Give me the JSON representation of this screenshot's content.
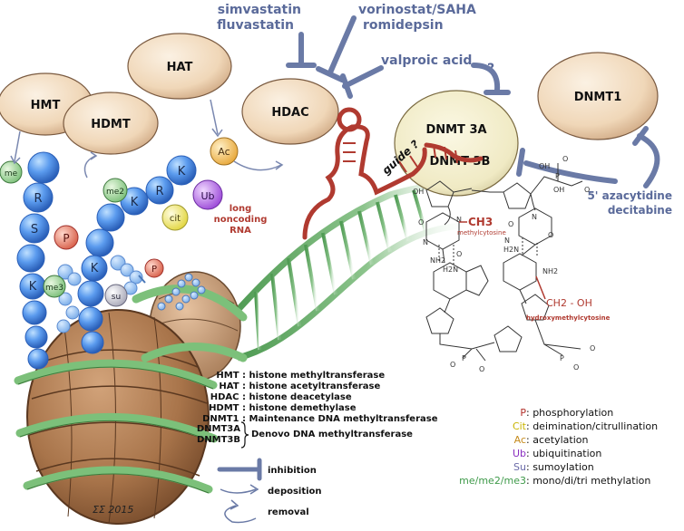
{
  "enzymes": {
    "hmt": "HMT",
    "hdmt": "HDMT",
    "hat": "HAT",
    "hdac": "HDAC",
    "dnmt3a": "DNMT 3A",
    "dnmt3b": "DNMT 3B",
    "dnmt1": "DNMT1"
  },
  "drugs": {
    "statins": [
      "simvastatin",
      "fluvastatin"
    ],
    "hdac_inhibitors": [
      "vorinostat/SAHA",
      "romidepsin"
    ],
    "valproic": "valproic acid",
    "question": "?",
    "hypomethylating": [
      "5' azacytidine",
      "decitabine"
    ]
  },
  "rna": {
    "guide": "guide ?",
    "lncrna": [
      "long",
      "noncoding",
      "RNA"
    ]
  },
  "chemistry": {
    "ch3": "CH3",
    "methylcytosine": "methylcytosine",
    "ch2oh": "CH2 - OH",
    "hydroxymethylcytosine": "hydroxymethylcytosine",
    "oh": "OH",
    "nh2": "NH2",
    "h2n": "H2N",
    "o": "O",
    "n": "N",
    "p": "P"
  },
  "beads": {
    "left_chain": [
      "me",
      "R",
      "S",
      "P",
      "K",
      "me3"
    ],
    "right_chain": [
      "me2",
      "K",
      "R",
      "K",
      "cit",
      "Ub",
      "Ac",
      "K",
      "su",
      "P"
    ]
  },
  "abbreviations": [
    {
      "abbr": "HMT :",
      "desc": "histone methyltransferase"
    },
    {
      "abbr": "HAT :",
      "desc": "histone acetyltransferase"
    },
    {
      "abbr": "HDAC :",
      "desc": "histone deacetylase"
    },
    {
      "abbr": "HDMT :",
      "desc": "histone demethylase"
    },
    {
      "abbr": "DNMT1 :",
      "desc": "Maintenance DNA methyltransferase"
    }
  ],
  "denovo": {
    "abbr1": "DNMT3A",
    "abbr2": "DNMT3B",
    "desc": "Denovo DNA methyltransferase"
  },
  "arrow_legend": {
    "inhibition": "inhibition",
    "deposition": "deposition",
    "removal": "removal"
  },
  "mod_legend": [
    {
      "abbr": "P",
      "desc": ": phosphorylation",
      "color": "#b2302a"
    },
    {
      "abbr": "Cit",
      "desc": ": deimination/citrullination",
      "color": "#c9b400"
    },
    {
      "abbr": "Ac",
      "desc": ": acetylation",
      "color": "#c58a1c"
    },
    {
      "abbr": "Ub",
      "desc": ": ubiquitination",
      "color": "#8a2fc0"
    },
    {
      "abbr": "Su",
      "desc": ": sumoylation",
      "color": "#6a6aa8"
    },
    {
      "abbr": "me/me2/me3",
      "desc": ": mono/di/tri methylation",
      "color": "#3f9a4a"
    }
  ],
  "signature": "ƩƩ 2015",
  "colors": {
    "drug_blue": "#5a6a9a",
    "rna_red": "#b03a30",
    "dna_green": "#5aa05a",
    "bead_blue": "#3f7fd8",
    "nucleosome_brown": "#9a6a44"
  }
}
